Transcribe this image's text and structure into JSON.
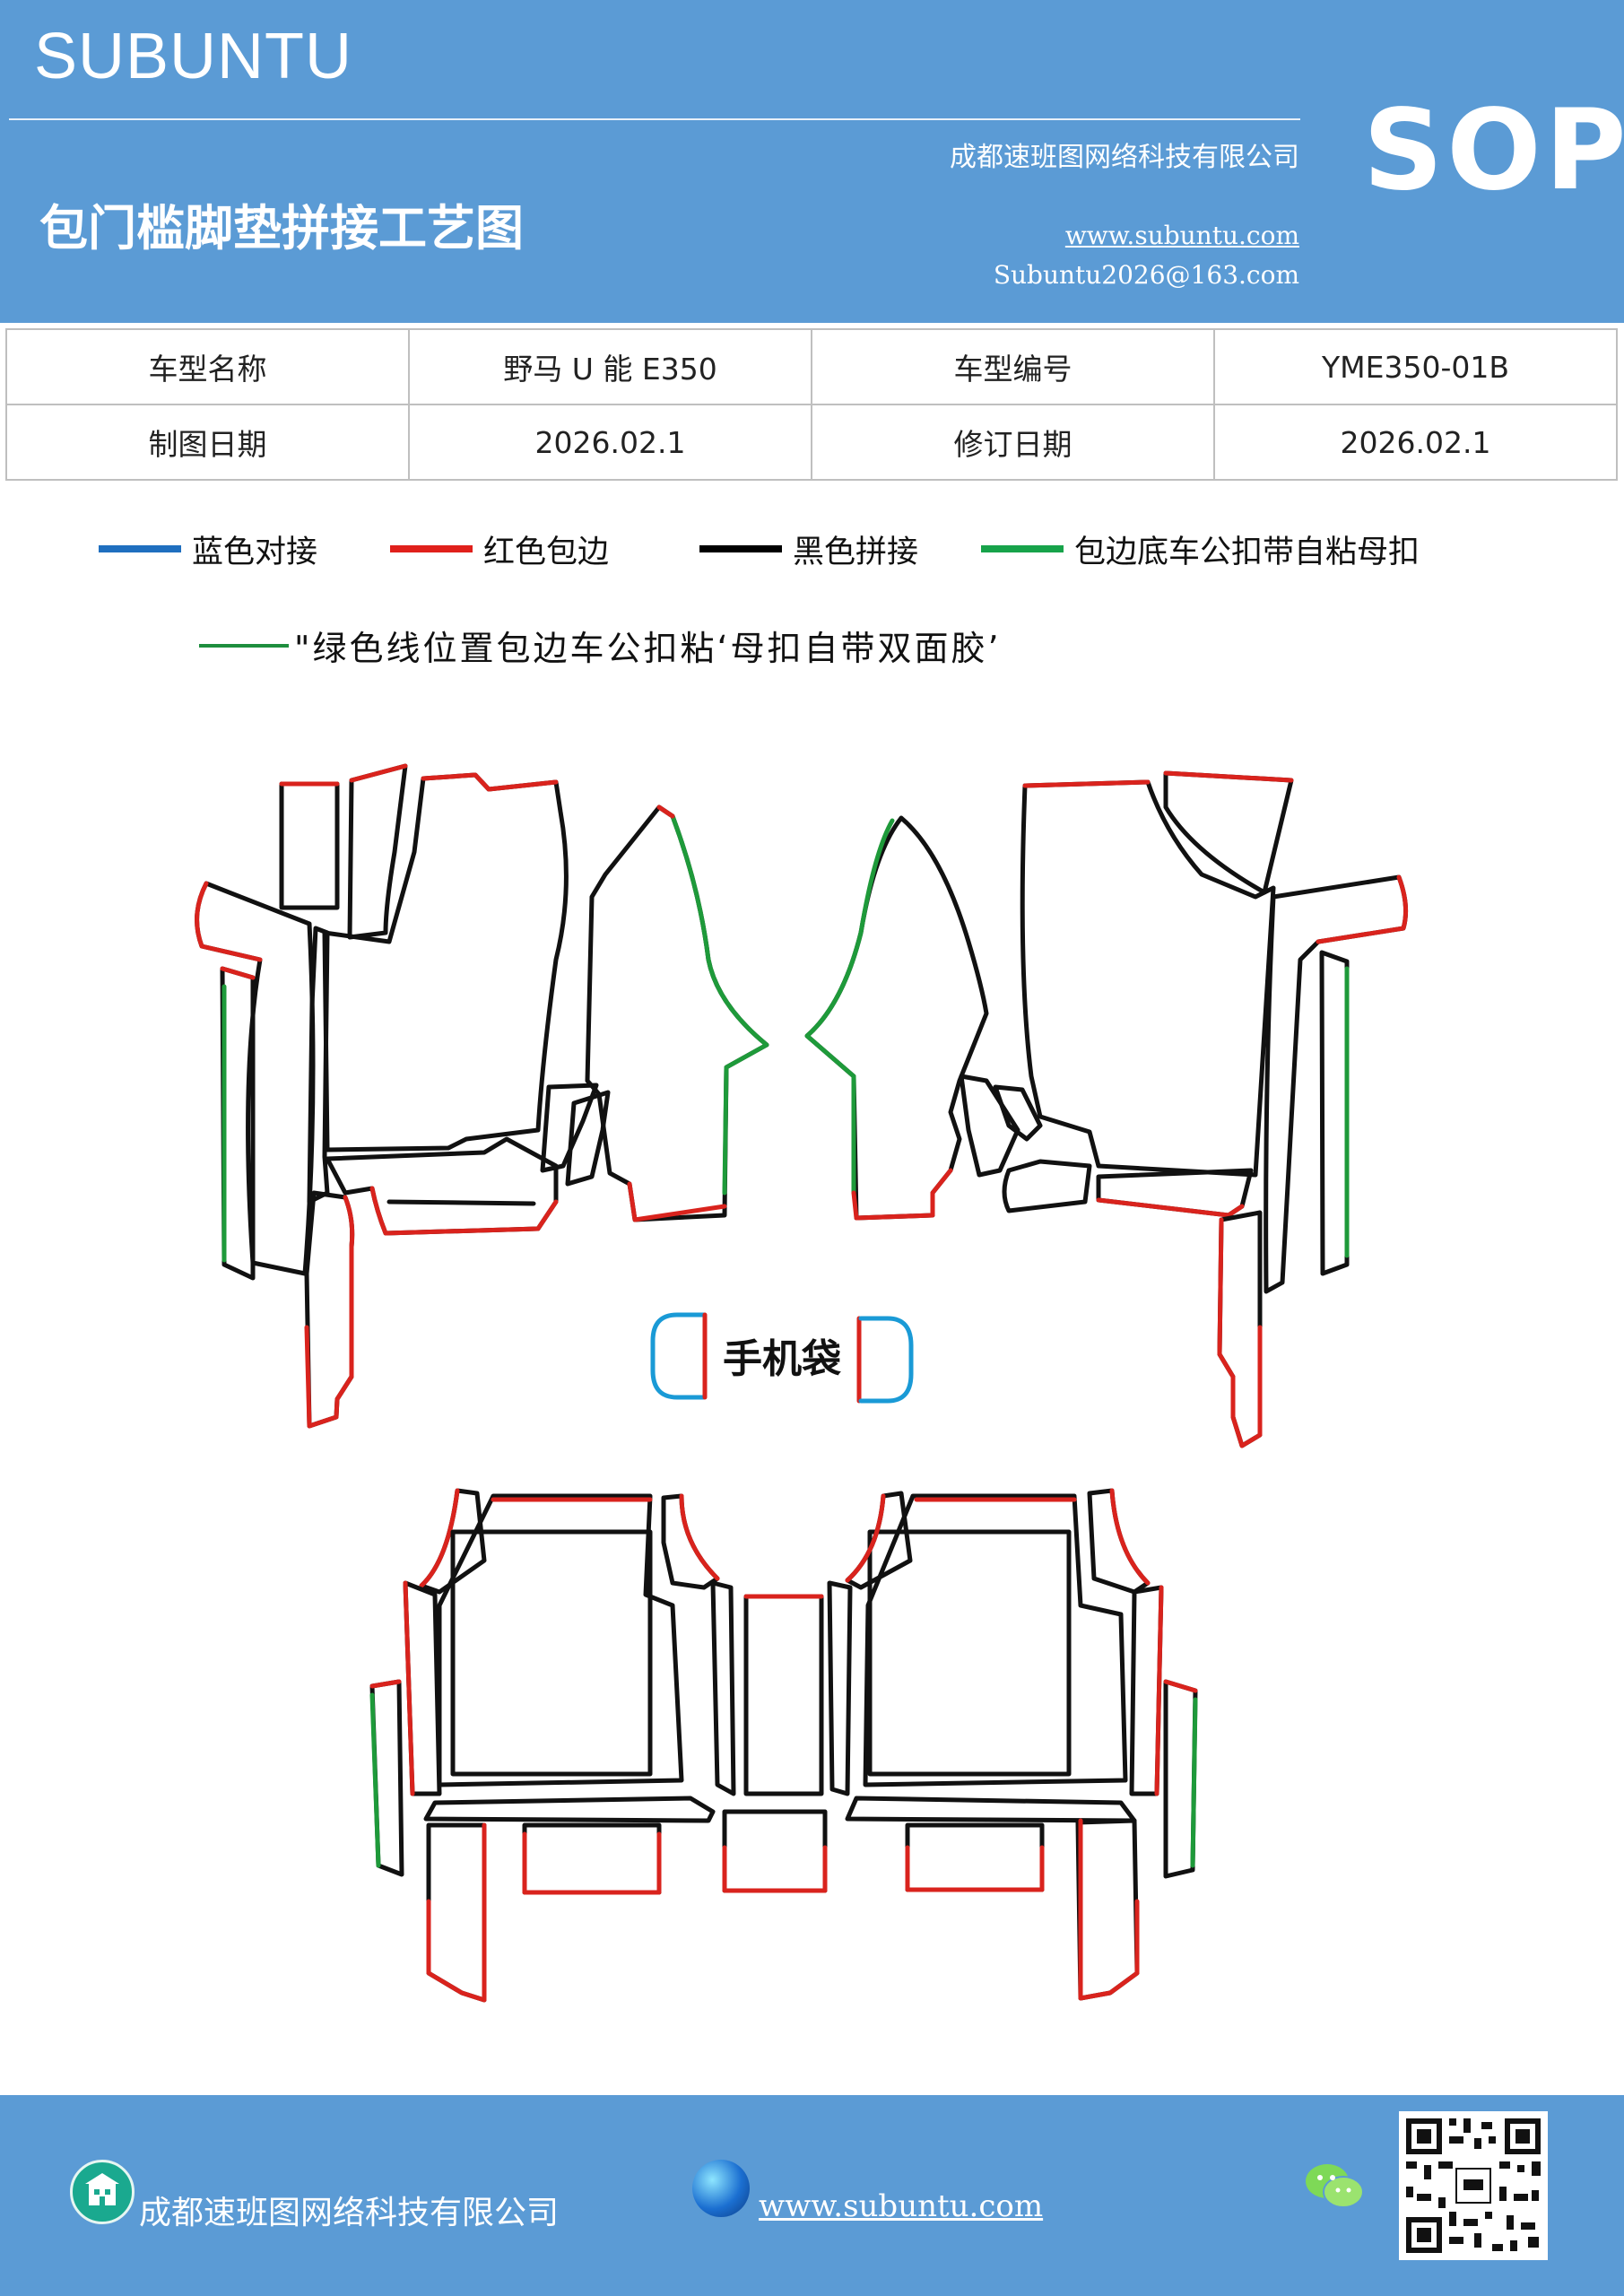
{
  "header": {
    "brand": "SUBUNTU",
    "company": "成都速班图网络科技有限公司",
    "title": "包门槛脚垫拼接工艺图",
    "website": "www.subuntu.com",
    "email": "Subuntu2026@163.com",
    "badge": "SOP"
  },
  "info_table": {
    "rows": [
      [
        "车型名称",
        "野马 U 能 E350",
        "车型编号",
        "YME350-01B"
      ],
      [
        "制图日期",
        "2026.02.1",
        "修订日期",
        "2026.02.1"
      ]
    ]
  },
  "legend": [
    {
      "label": "蓝色对接",
      "color": "#1f6fbf"
    },
    {
      "label": "红色包边",
      "color": "#e0201b"
    },
    {
      "label": "黑色拼接",
      "color": "#000000"
    },
    {
      "label": "包边底车公扣带自粘母扣",
      "color": "#17a34a"
    }
  ],
  "note": {
    "text": "\"绿色线位置包边车公扣粘‘母扣自带双面胶’",
    "color": "#1e8e3e"
  },
  "diagram": {
    "phone_bag_label": "手机袋"
  },
  "colors": {
    "blue": "#1a9ad6",
    "red": "#d9231d",
    "black": "#111111",
    "green": "#1e9a3a",
    "band": "#5b9bd5"
  },
  "footer": {
    "company": "成都速班图网络科技有限公司",
    "website": "www.subuntu.com",
    "icons": [
      "building-icon",
      "globe-icon",
      "wechat-icon",
      "qr-code"
    ]
  }
}
